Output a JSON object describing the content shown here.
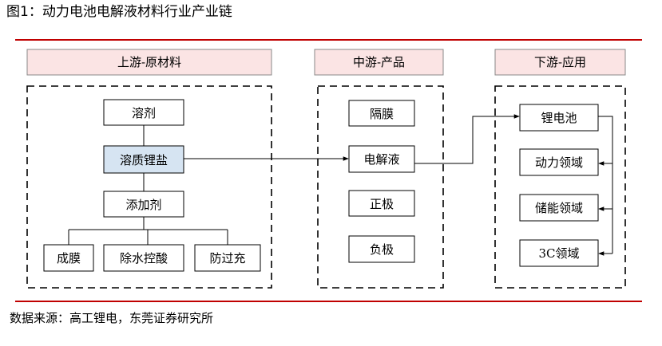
{
  "title": "图1：动力电池电解液材料行业产业链",
  "source": "数据来源：高工锂电，东莞证券研究所",
  "colors": {
    "accent_red": "#c00000",
    "header_fill": "#fbe4e4",
    "highlight_fill": "#d6e4f2"
  },
  "upstream": {
    "header": "上游-原材料",
    "solvent": "溶剂",
    "lithium_salt": "溶质锂盐",
    "additive": "添加剂",
    "film_forming": "成膜",
    "water_acid_removal": "除水控酸",
    "overcharge_protection": "防过充"
  },
  "midstream": {
    "header": "中游-产品",
    "items": [
      "隔膜",
      "电解液",
      "正极",
      "负极"
    ]
  },
  "downstream": {
    "header": "下游-应用",
    "items": [
      "锂电池",
      "动力领域",
      "储能领域",
      "3C领域"
    ]
  }
}
